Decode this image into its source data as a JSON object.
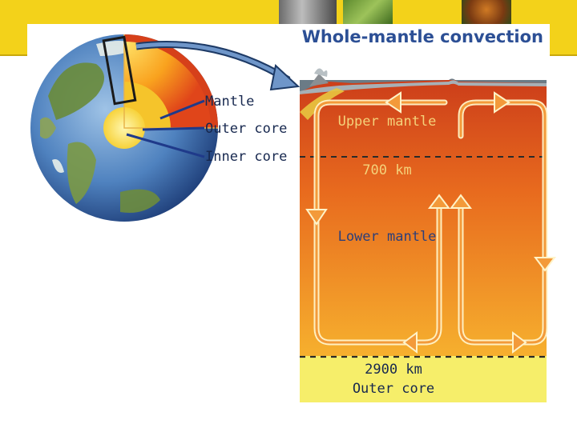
{
  "title": "Whole-mantle convection",
  "earth_labels": {
    "mantle": "Mantle",
    "outer_core": "Outer core",
    "inner_core": "Inner core"
  },
  "diagram_labels": {
    "upper_mantle": "Upper mantle",
    "depth_700": "700 km",
    "lower_mantle": "Lower mantle",
    "depth_2900": "2900 km",
    "outer_core": "Outer core"
  },
  "colors": {
    "banner": "#f3d21a",
    "title": "#2c4f95",
    "label_dark": "#17284f",
    "label_light": "#f4d27a",
    "label_lower": "#2c3f7a",
    "outer_core_fill": "#f6ee6a"
  }
}
